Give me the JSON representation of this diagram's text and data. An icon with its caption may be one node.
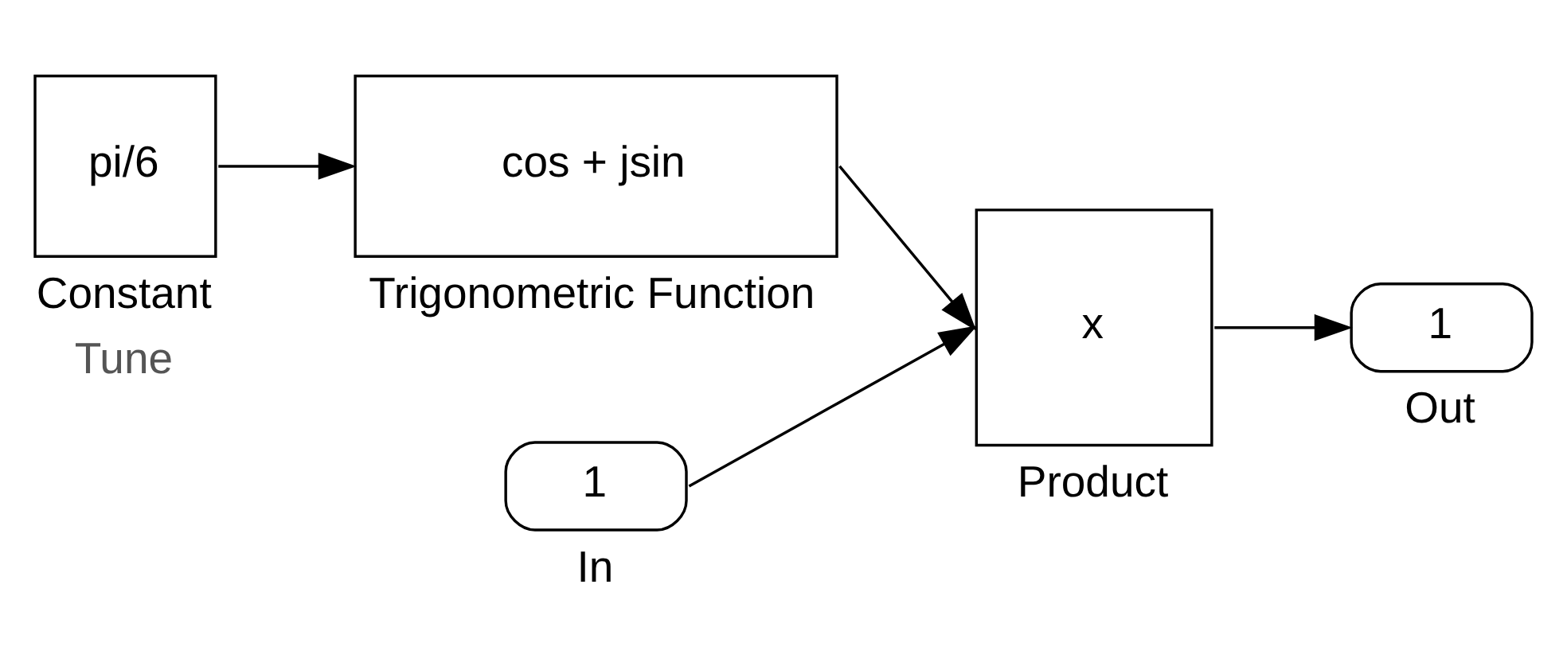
{
  "diagram": {
    "nodes": [
      {
        "text": [
          "pi/6"
        ],
        "beside": [
          "Constant",
          "Tune"
        ]
      },
      {
        "text": [
          "cos + jsin"
        ],
        "beside": [
          "Trigonometric Function"
        ]
      },
      {
        "text": [
          "x"
        ],
        "beside": [
          "Product"
        ]
      },
      {
        "text": [
          "1"
        ],
        "beside": [
          "Out"
        ]
      },
      {
        "text": [
          "1"
        ],
        "beside": [
          "In"
        ]
      }
    ],
    "edges": [
      {
        "from": 0,
        "to": 1,
        "arrow": "to"
      },
      {
        "from": 1,
        "to": 2,
        "arrow": "to"
      },
      {
        "from": 2,
        "to": 3,
        "arrow": "to"
      },
      {
        "from": 4,
        "to": 2,
        "arrow": "to"
      }
    ]
  }
}
